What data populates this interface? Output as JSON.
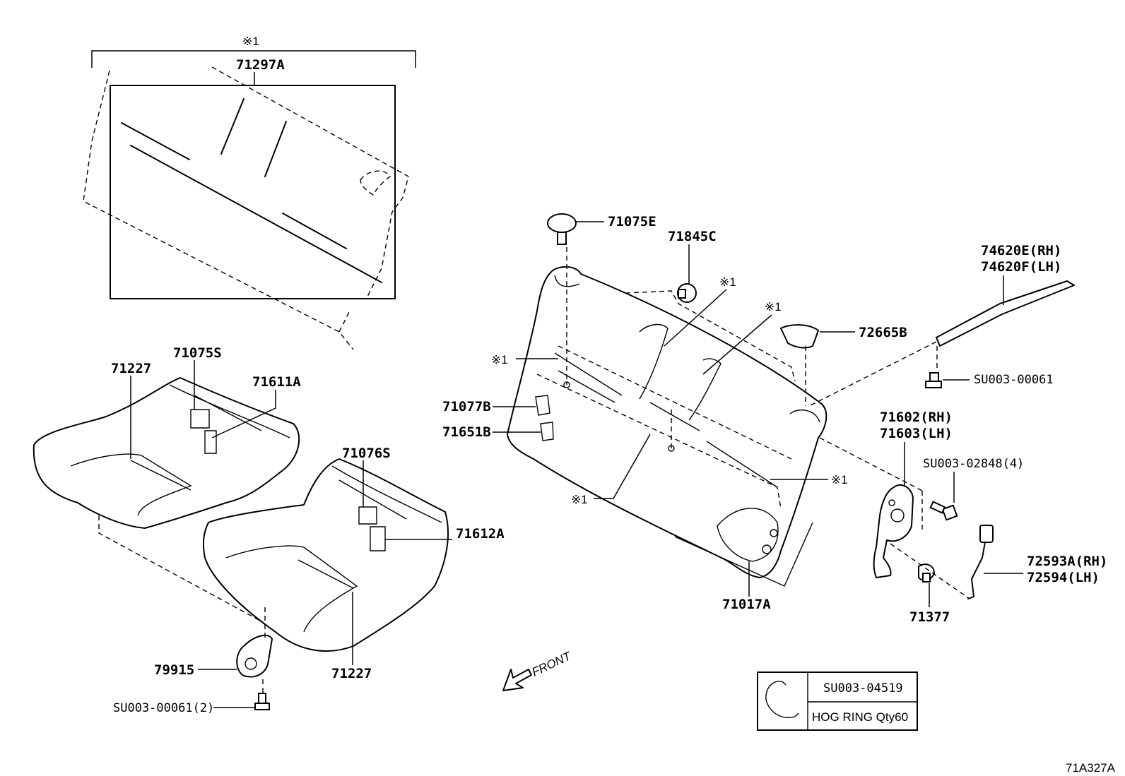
{
  "callouts": {
    "note_mark": "※1",
    "p71297A": "71297A",
    "p71227_left": "71227",
    "p71075S": "71075S",
    "p71611A": "71611A",
    "p71076S": "71076S",
    "p71612A": "71612A",
    "p71227_right": "71227",
    "p79915": "79915",
    "su_bottom": "SU003-00061(2)",
    "p71075E": "71075E",
    "p71845C": "71845C",
    "p74620E": "74620E(RH)",
    "p74620F": "74620F(LH)",
    "p72665B": "72665B",
    "su_bracket": "SU003-00061",
    "p71077B": "71077B",
    "p71651B": "71651B",
    "p71602": "71602(RH)",
    "p71603": "71603(LH)",
    "su_bolt": "SU003-02848(4)",
    "p72593A": "72593A(RH)",
    "p72594": "72594(LH)",
    "p71017A": "71017A",
    "p71377": "71377"
  },
  "front_label": "FRONT",
  "legend": {
    "part_no": "SU003-04519",
    "description": "HOG RING Qty60"
  },
  "diagram_id": "71A327A"
}
